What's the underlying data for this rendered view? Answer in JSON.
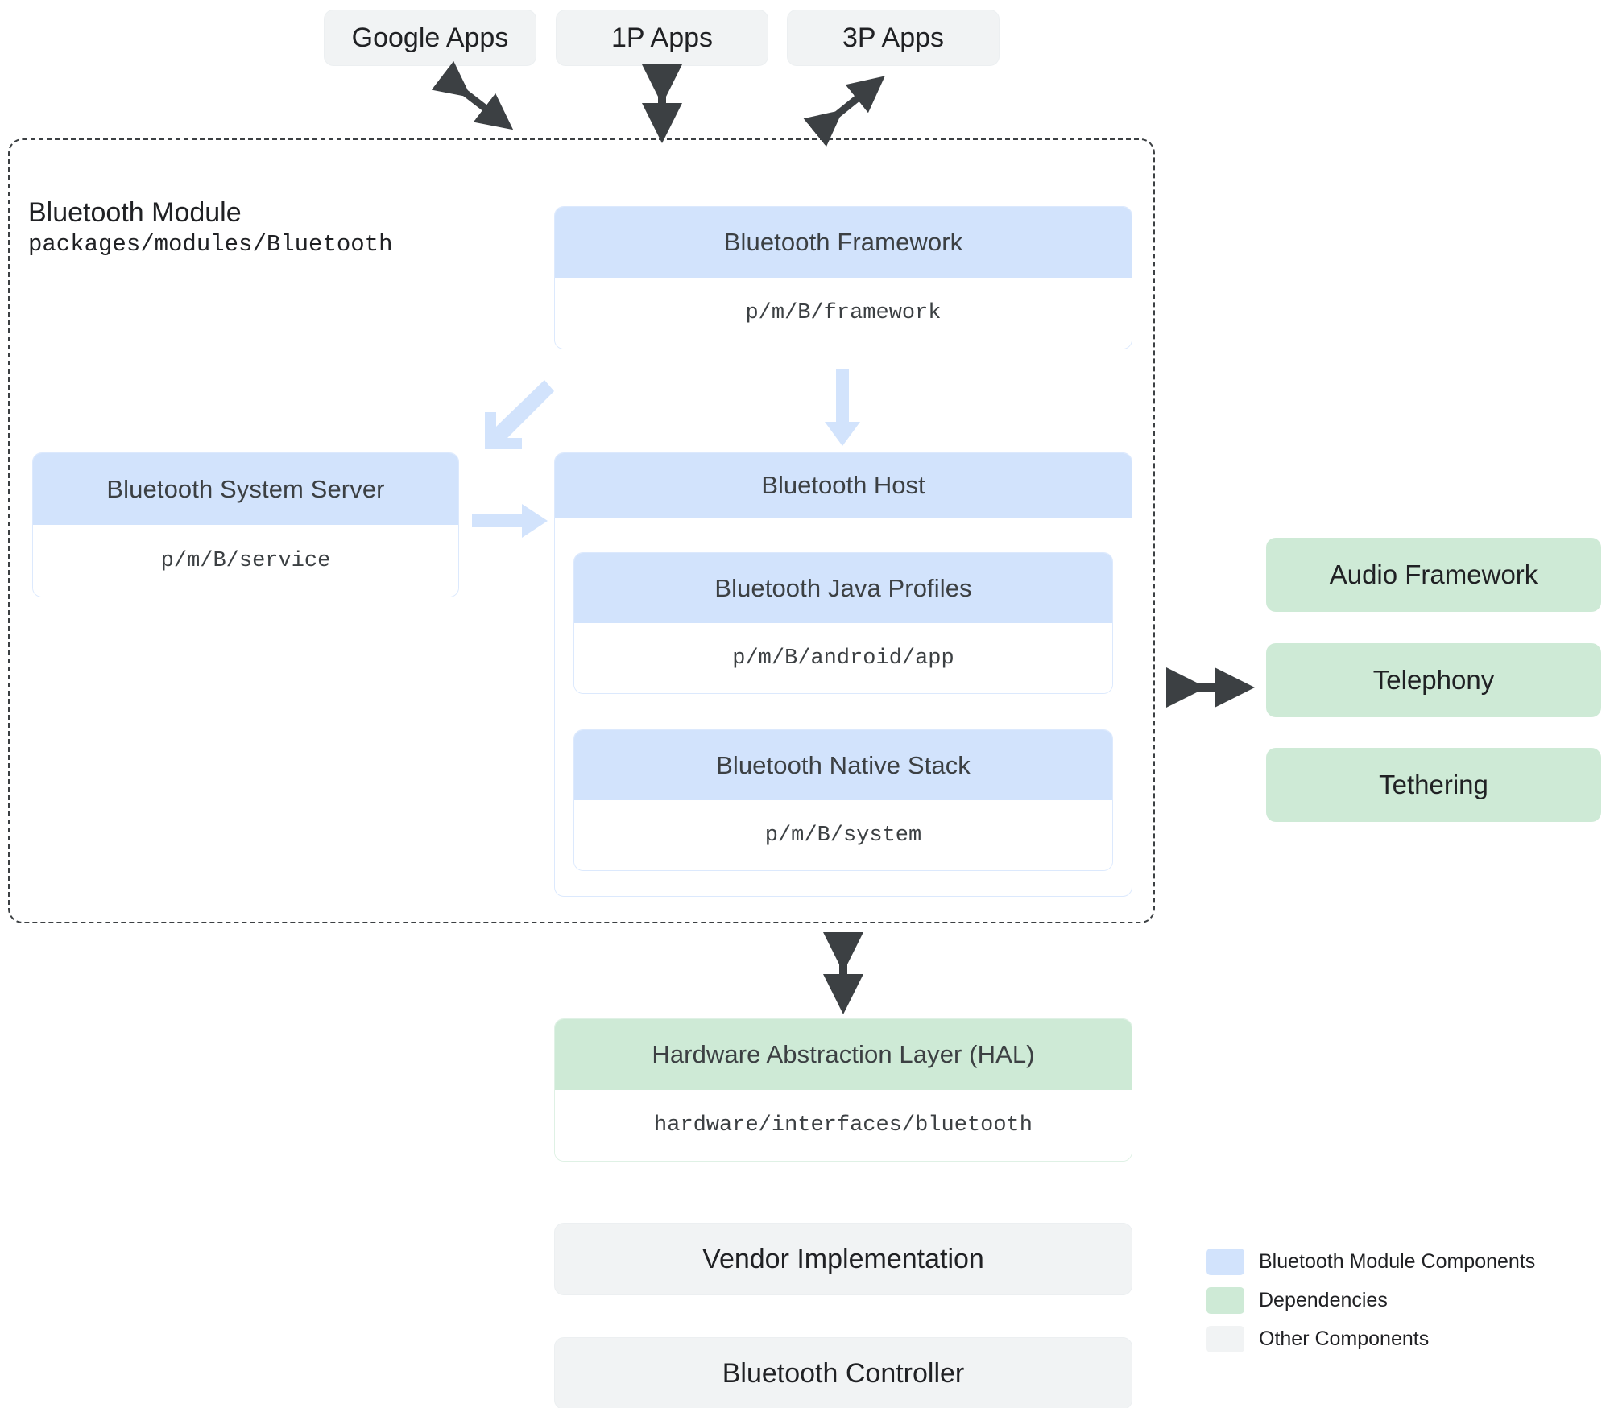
{
  "top_apps": [
    {
      "label": "Google Apps"
    },
    {
      "label": "1P Apps"
    },
    {
      "label": "3P Apps"
    }
  ],
  "module": {
    "title": "Bluetooth Module",
    "path": "packages/modules/Bluetooth"
  },
  "framework": {
    "title": "Bluetooth Framework",
    "path": "p/m/B/framework"
  },
  "system_server": {
    "title": "Bluetooth System Server",
    "path": "p/m/B/service"
  },
  "host": {
    "title": "Bluetooth Host",
    "children": [
      {
        "title": "Bluetooth Java Profiles",
        "path": "p/m/B/android/app"
      },
      {
        "title": "Bluetooth Native Stack",
        "path": "p/m/B/system"
      }
    ]
  },
  "dependencies": [
    {
      "label": "Audio Framework"
    },
    {
      "label": "Telephony"
    },
    {
      "label": "Tethering"
    }
  ],
  "hal": {
    "title": "Hardware Abstraction Layer (HAL)",
    "path": "hardware/interfaces/bluetooth"
  },
  "bottom": [
    {
      "label": "Vendor Implementation"
    },
    {
      "label": "Bluetooth Controller"
    }
  ],
  "legend": [
    {
      "label": "Bluetooth Module Components",
      "color": "#d2e3fc"
    },
    {
      "label": "Dependencies",
      "color": "#ceead6"
    },
    {
      "label": "Other Components",
      "color": "#f1f3f4"
    }
  ],
  "colors": {
    "module_blue": "#d2e3fc",
    "dependency_green": "#ceead6",
    "other_grey": "#f1f3f4",
    "arrow_dark": "#3c4043",
    "arrow_blue": "#d2e3fc",
    "dashed_border": "#3c4043"
  },
  "arrows": [
    {
      "name": "google-apps-to-module",
      "direction": "down-right-diagonal",
      "color": "#3c4043"
    },
    {
      "name": "1p-apps-to-module",
      "direction": "vertical-bidirectional",
      "color": "#3c4043"
    },
    {
      "name": "3p-apps-to-module",
      "direction": "up-right-diagonal-bidirectional",
      "color": "#3c4043"
    },
    {
      "name": "framework-to-system-server",
      "direction": "down-left-diagonal",
      "color": "#d2e3fc"
    },
    {
      "name": "framework-to-host",
      "direction": "down",
      "color": "#d2e3fc"
    },
    {
      "name": "system-server-to-host",
      "direction": "right",
      "color": "#d2e3fc"
    },
    {
      "name": "host-to-dependencies",
      "direction": "horizontal-bidirectional",
      "color": "#3c4043"
    },
    {
      "name": "module-to-hal",
      "direction": "vertical-bidirectional",
      "color": "#3c4043"
    }
  ]
}
